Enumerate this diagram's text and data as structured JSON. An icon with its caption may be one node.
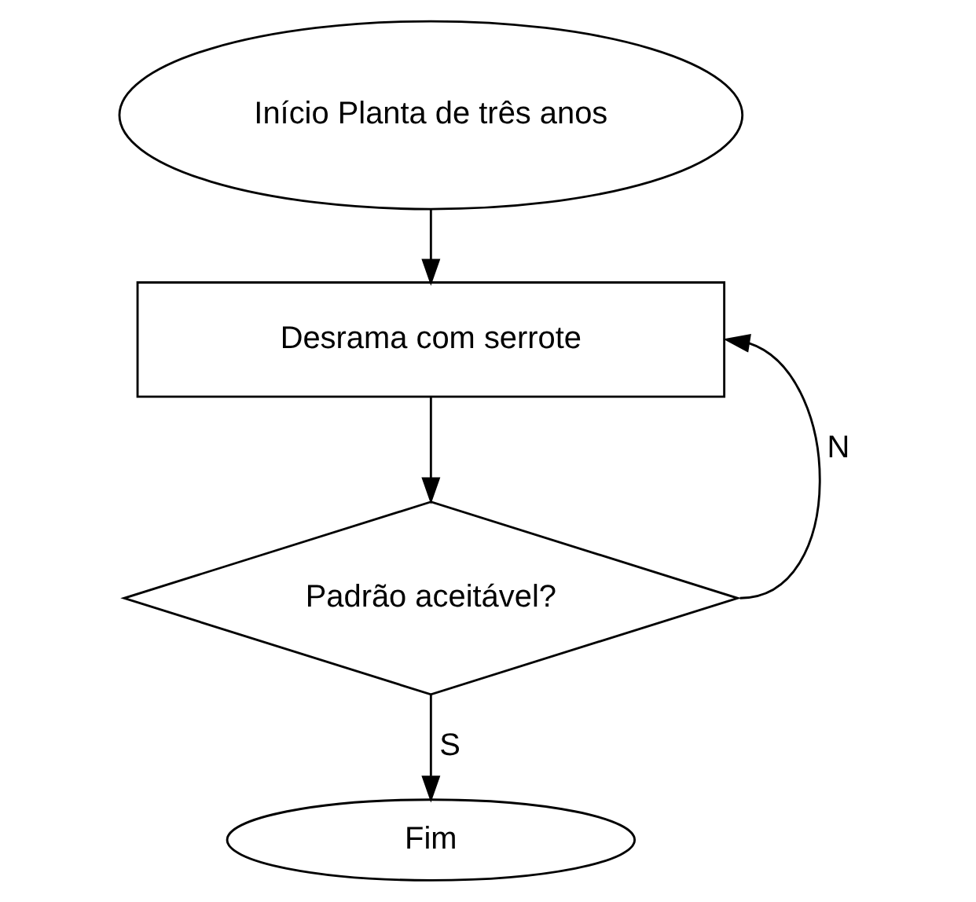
{
  "diagram": {
    "nodes": [
      {
        "text": [
          "Início Planta de três anos"
        ]
      },
      {
        "text": [
          "Desrama com serrote"
        ]
      },
      {
        "text": [
          "Padrão aceitável?"
        ]
      },
      {
        "text": [
          "Fim"
        ]
      }
    ],
    "edges": [
      {
        "from": 0,
        "to": 1,
        "arrow": "to"
      },
      {
        "from": 1,
        "to": 2,
        "arrow": "to"
      },
      {
        "from": 2,
        "to": 3,
        "arrow": "to",
        "label": "S"
      },
      {
        "from": 2,
        "to": 1,
        "arrow": "to",
        "label": "N"
      }
    ]
  }
}
